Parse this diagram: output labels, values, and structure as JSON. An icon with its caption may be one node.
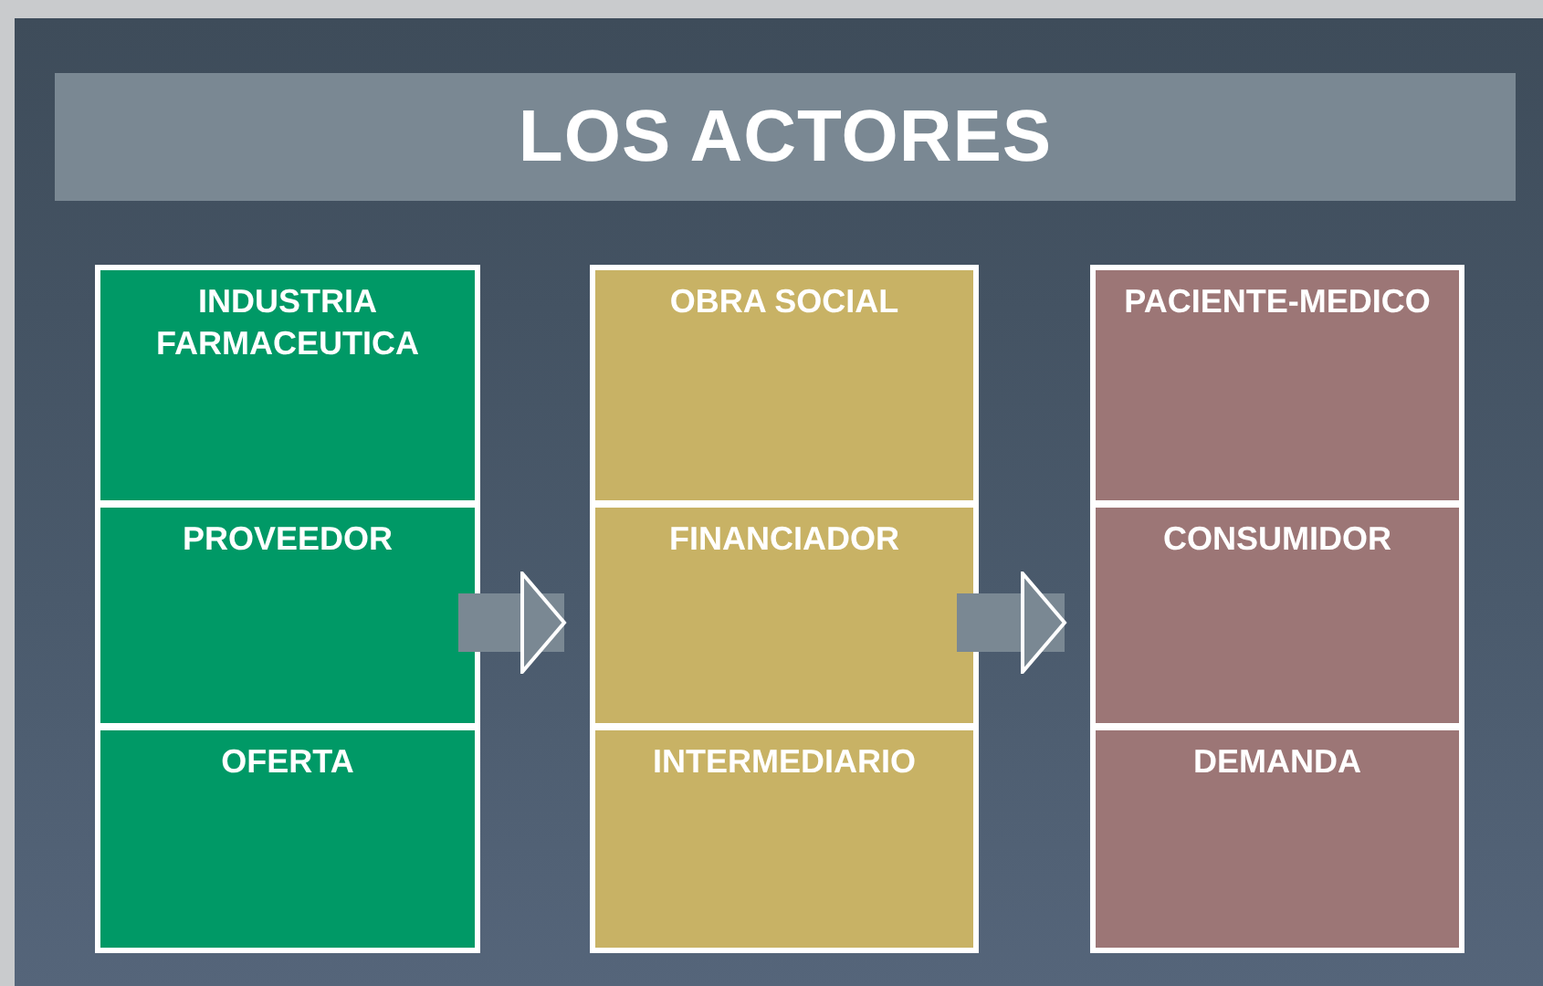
{
  "diagram": {
    "title": "LOS ACTORES",
    "nodes": [
      {
        "text": [
          "INDUSTRIA FARMACEUTICA"
        ]
      },
      {
        "text": [
          "PROVEEDOR"
        ]
      },
      {
        "text": [
          "OFERTA"
        ]
      },
      {
        "text": [
          "OBRA SOCIAL"
        ]
      },
      {
        "text": [
          "FINANCIADOR"
        ]
      },
      {
        "text": [
          "INTERMEDIARIO"
        ]
      },
      {
        "text": [
          "PACIENTE-MEDICO"
        ]
      },
      {
        "text": [
          "CONSUMIDOR"
        ]
      },
      {
        "text": [
          "DEMANDA"
        ]
      }
    ],
    "edges": [
      {
        "from": 1,
        "to": 4,
        "arrow": "to"
      },
      {
        "from": 4,
        "to": 7,
        "arrow": "to"
      }
    ]
  }
}
